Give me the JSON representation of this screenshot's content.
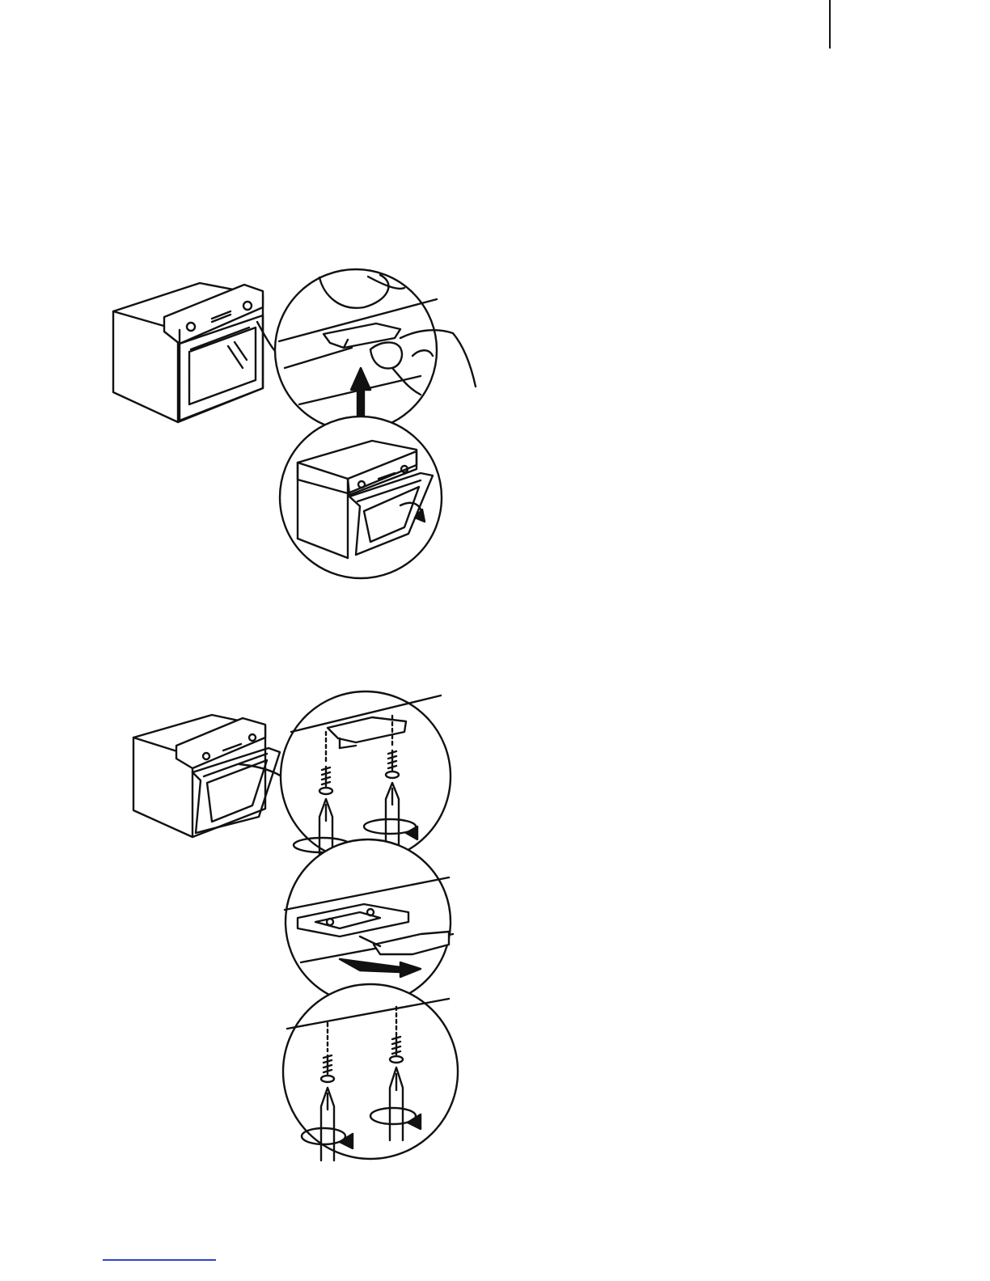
{
  "document": {
    "type": "appliance manual page",
    "figures": [
      {
        "id": "figure-1",
        "illustrates": "oven-door-lock-release-and-door-opening"
      },
      {
        "id": "figure-2",
        "illustrates": "door-lock-removal-with-screwdriver"
      }
    ]
  },
  "colors": {
    "line": "#111111",
    "footer_rule": "#2b45c8",
    "background": "#ffffff"
  }
}
